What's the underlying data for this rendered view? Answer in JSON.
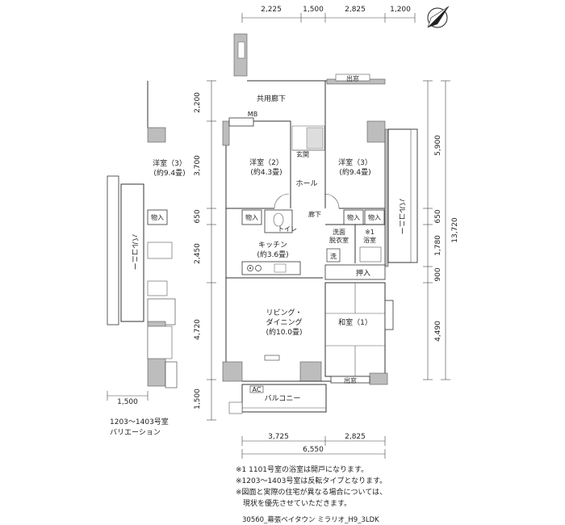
{
  "dimensions": {
    "top": [
      "2,225",
      "1,500",
      "2,825",
      "1,200"
    ],
    "left": [
      "2,200",
      "3,700",
      "650",
      "2,450",
      "4,720",
      "1,500"
    ],
    "right": [
      "5,900",
      "650",
      "1,780",
      "900",
      "4,490"
    ],
    "right_total": "13,720",
    "bottom": [
      "3,725",
      "2,825"
    ],
    "bottom_total": "6,550",
    "variation_width": "1,500"
  },
  "rooms": {
    "corridor": "共用廊下",
    "mb": "MB",
    "entrance": "玄関",
    "hall": "ホール",
    "hallway": "廊下",
    "western2": [
      "洋室（2）",
      "(約4.3畳)"
    ],
    "western3": [
      "洋室（3）",
      "(約9.4畳)"
    ],
    "closet_left": "物入",
    "closet_right1": "物入",
    "closet_right2": "物入",
    "toilet": "トイレ",
    "washroom": [
      "洗面",
      "脱衣室"
    ],
    "bath": [
      "※1",
      "浴室"
    ],
    "wash": "洗",
    "kitchen": [
      "キッチン",
      "(約3.6畳)"
    ],
    "oshiire": "押入",
    "living": [
      "リビング・",
      "ダイニング",
      "(約10.0畳)"
    ],
    "washitsu": "和室（1）",
    "balcony_bottom": "バルコニー",
    "balcony_right": "バルコニー",
    "ac": "AC",
    "window": "出窓",
    "window_top": "出窓"
  },
  "variation": {
    "room": [
      "洋室（3）",
      "(約9.4畳)"
    ],
    "closet": "物入",
    "balcony": "バルコニー",
    "label_line1": "1203〜1403号室",
    "label_line2": "バリエーション"
  },
  "notes": [
    "※1  1101号室の浴室は開戸になります。",
    "※1203〜1403号室は反転タイプとなります。",
    "※図面と実際の住宅が異なる場合については、",
    "　現状を優先させていただきます。"
  ],
  "caption": "30560_幕張ベイタウン ミラリオ_H9_3LDK",
  "compass": "north-arrow-icon"
}
